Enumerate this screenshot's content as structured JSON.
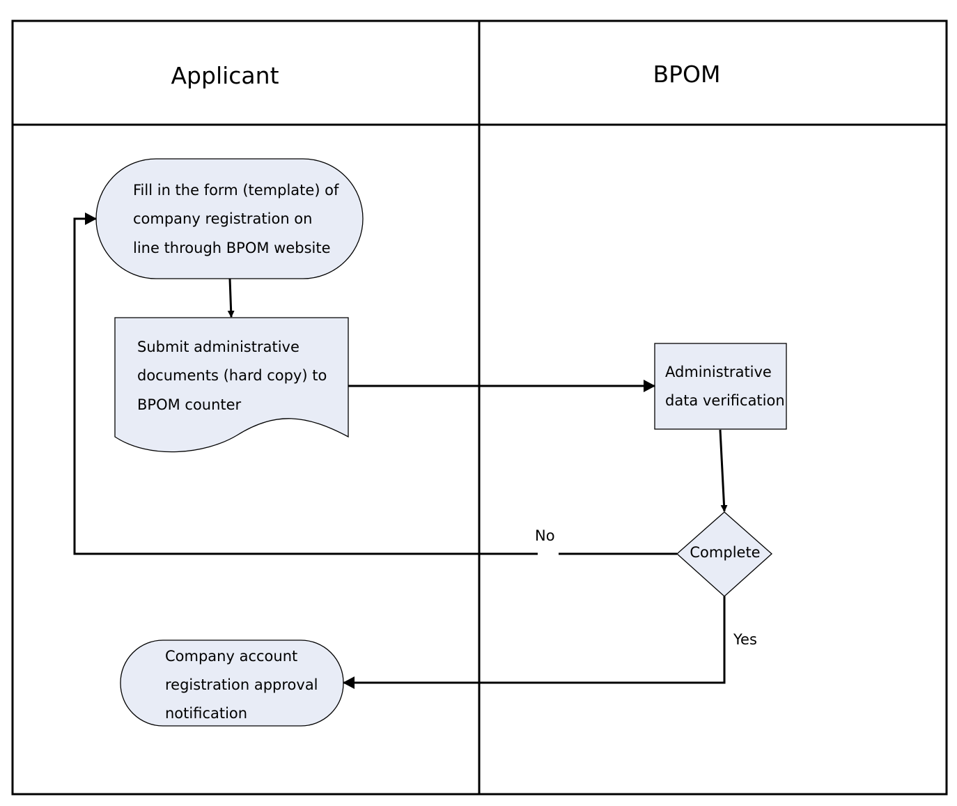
{
  "diagram": {
    "lanes": [
      {
        "title": "Applicant"
      },
      {
        "title": "BPOM"
      }
    ],
    "nodes": {
      "fill_form": {
        "lines": [
          "Fill in the form (template) of",
          "company registration on",
          "line through BPOM website"
        ]
      },
      "submit_docs": {
        "lines": [
          "Submit administrative",
          "documents (hard copy) to",
          "BPOM counter"
        ]
      },
      "verification": {
        "lines": [
          "Administrative",
          "data verification"
        ]
      },
      "complete": {
        "lines": [
          "Complete"
        ]
      },
      "approval": {
        "lines": [
          "Company account",
          "registration approval",
          "notification"
        ]
      }
    },
    "edges": {
      "no_label": "No",
      "yes_label": "Yes"
    },
    "colors": {
      "node_fill": "#e8ecf6",
      "line": "#000000",
      "background": "#ffffff"
    }
  }
}
